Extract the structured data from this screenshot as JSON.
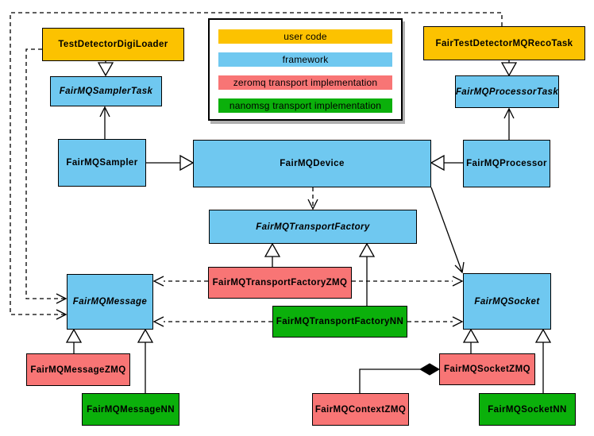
{
  "diagram": {
    "kind": "UML class diagram",
    "subject": "FairMQ framework classes and transport implementations"
  },
  "colors": {
    "user_code": "#FCC200",
    "framework": "#6FC8F0",
    "zeromq": "#F87575",
    "nanomsg": "#0BB00B",
    "border": "#000000",
    "background": "#FFFFFF"
  },
  "legend": {
    "items": [
      {
        "label": "user code",
        "color_key": "user_code"
      },
      {
        "label": "framework",
        "color_key": "framework"
      },
      {
        "label": "zeromq transport implementation",
        "color_key": "zeromq"
      },
      {
        "label": "nanomsg transport implementation",
        "color_key": "nanomsg"
      }
    ]
  },
  "nodes": {
    "tddl": {
      "label": "TestDetectorDigiLoader",
      "category": "user_code",
      "abstract": false
    },
    "ftdmqrt": {
      "label": "FairTestDetectorMQRecoTask",
      "category": "user_code",
      "abstract": false
    },
    "samplertask": {
      "label": "FairMQSamplerTask",
      "category": "framework",
      "abstract": true
    },
    "processortask": {
      "label": "FairMQProcessorTask",
      "category": "framework",
      "abstract": true
    },
    "sampler": {
      "label": "FairMQSampler",
      "category": "framework",
      "abstract": false
    },
    "device": {
      "label": "FairMQDevice",
      "category": "framework",
      "abstract": false
    },
    "processor": {
      "label": "FairMQProcessor",
      "category": "framework",
      "abstract": false
    },
    "transportfactory": {
      "label": "FairMQTransportFactory",
      "category": "framework",
      "abstract": true
    },
    "tfzmq": {
      "label": "FairMQTransportFactoryZMQ",
      "category": "zeromq",
      "abstract": false
    },
    "tfnn": {
      "label": "FairMQTransportFactoryNN",
      "category": "nanomsg",
      "abstract": false
    },
    "message": {
      "label": "FairMQMessage",
      "category": "framework",
      "abstract": true
    },
    "socket": {
      "label": "FairMQSocket",
      "category": "framework",
      "abstract": true
    },
    "messagezmq": {
      "label": "FairMQMessageZMQ",
      "category": "zeromq",
      "abstract": false
    },
    "messagenn": {
      "label": "FairMQMessageNN",
      "category": "nanomsg",
      "abstract": false
    },
    "socketzmq": {
      "label": "FairMQSocketZMQ",
      "category": "zeromq",
      "abstract": false
    },
    "contextzmq": {
      "label": "FairMQContextZMQ",
      "category": "zeromq",
      "abstract": false
    },
    "socketnn": {
      "label": "FairMQSocketNN",
      "category": "nanomsg",
      "abstract": false
    }
  },
  "edges": [
    {
      "from": "TestDetectorDigiLoader",
      "to": "FairMQSamplerTask",
      "type": "inheritance"
    },
    {
      "from": "FairTestDetectorMQRecoTask",
      "to": "FairMQProcessorTask",
      "type": "inheritance"
    },
    {
      "from": "FairMQSampler",
      "to": "FairMQDevice",
      "type": "inheritance"
    },
    {
      "from": "FairMQProcessor",
      "to": "FairMQDevice",
      "type": "inheritance"
    },
    {
      "from": "FairMQSampler",
      "to": "FairMQSamplerTask",
      "type": "association"
    },
    {
      "from": "FairMQProcessor",
      "to": "FairMQProcessorTask",
      "type": "association"
    },
    {
      "from": "FairMQDevice",
      "to": "FairMQSocket",
      "type": "association"
    },
    {
      "from": "FairMQDevice",
      "to": "FairMQTransportFactory",
      "type": "dependency"
    },
    {
      "from": "TestDetectorDigiLoader",
      "to": "FairMQMessage",
      "type": "dependency"
    },
    {
      "from": "FairTestDetectorMQRecoTask",
      "to": "FairMQMessage",
      "type": "dependency"
    },
    {
      "from": "FairMQTransportFactoryZMQ",
      "to": "FairMQTransportFactory",
      "type": "inheritance"
    },
    {
      "from": "FairMQTransportFactoryNN",
      "to": "FairMQTransportFactory",
      "type": "inheritance"
    },
    {
      "from": "FairMQTransportFactoryZMQ",
      "to": "FairMQMessage",
      "type": "dependency"
    },
    {
      "from": "FairMQTransportFactoryZMQ",
      "to": "FairMQSocket",
      "type": "dependency"
    },
    {
      "from": "FairMQTransportFactoryNN",
      "to": "FairMQMessage",
      "type": "dependency"
    },
    {
      "from": "FairMQTransportFactoryNN",
      "to": "FairMQSocket",
      "type": "dependency"
    },
    {
      "from": "FairMQMessageZMQ",
      "to": "FairMQMessage",
      "type": "inheritance"
    },
    {
      "from": "FairMQMessageNN",
      "to": "FairMQMessage",
      "type": "inheritance"
    },
    {
      "from": "FairMQSocketZMQ",
      "to": "FairMQSocket",
      "type": "inheritance"
    },
    {
      "from": "FairMQSocketNN",
      "to": "FairMQSocket",
      "type": "inheritance"
    },
    {
      "from": "FairMQContextZMQ",
      "to": "FairMQSocketZMQ",
      "type": "composition"
    }
  ]
}
